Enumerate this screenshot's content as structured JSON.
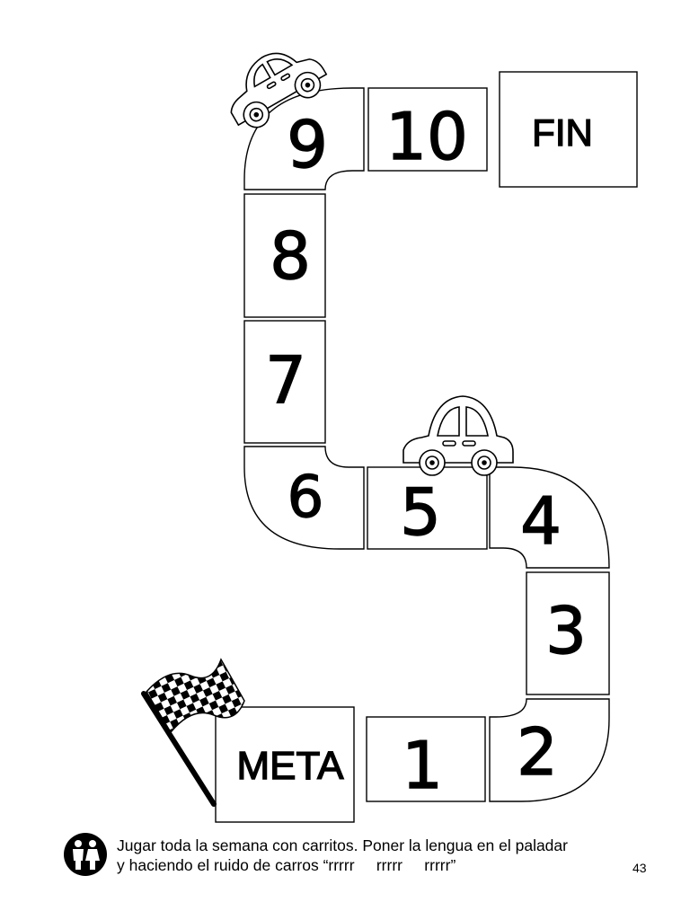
{
  "board": {
    "squares": [
      {
        "id": "meta",
        "label": "META"
      },
      {
        "id": "1",
        "label": "1"
      },
      {
        "id": "2",
        "label": "2"
      },
      {
        "id": "3",
        "label": "3"
      },
      {
        "id": "4",
        "label": "4"
      },
      {
        "id": "5",
        "label": "5"
      },
      {
        "id": "6",
        "label": "6"
      },
      {
        "id": "7",
        "label": "7"
      },
      {
        "id": "8",
        "label": "8"
      },
      {
        "id": "9",
        "label": "9"
      },
      {
        "id": "10",
        "label": "10"
      },
      {
        "id": "fin",
        "label": "FIN"
      }
    ],
    "decorations": [
      "car-icon",
      "car-icon",
      "checkered-flag-icon"
    ]
  },
  "instructions": {
    "icon": "parents-icon",
    "line1": "Jugar toda la semana con carritos. Poner la lengua en el paladar",
    "line2": "y haciendo el ruido de carros “rrrrr     rrrrr     rrrrr”"
  },
  "page_number": "43"
}
